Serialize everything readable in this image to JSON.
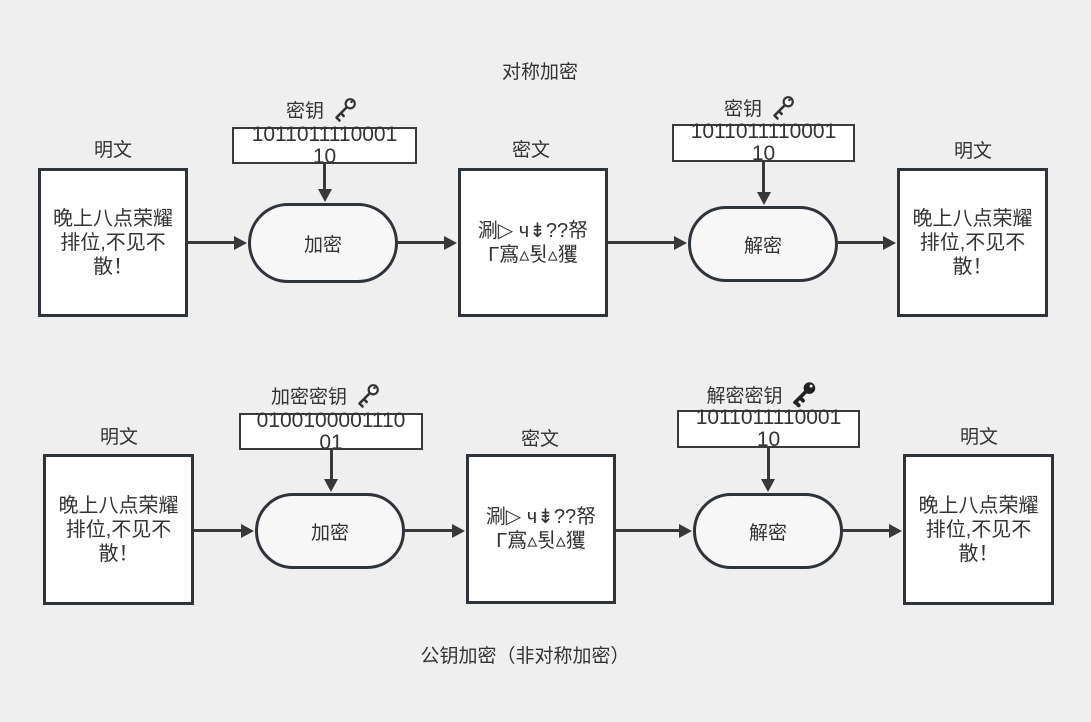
{
  "colors": {
    "background": "#efefef",
    "box_fill": "#ffffff",
    "stadium_fill": "#f7f7f7",
    "border": "#2f343a",
    "arrow": "#383838",
    "text": "#333333"
  },
  "symmetric": {
    "title": "对称加密"
  },
  "asymmetric": {
    "title": "公钥加密（非对称加密）"
  },
  "labels": {
    "plaintext": "明文",
    "ciphertext": "密文",
    "encrypt": "加密",
    "decrypt": "解密",
    "key": "密钥",
    "encrypt_key": "加密密钥",
    "decrypt_key": "解密密钥"
  },
  "plaintext_lines": [
    "晚上八点荣耀",
    "排位,不见不",
    "散！"
  ],
  "ciphertext_lines": [
    "涮▷ ч⇟??帑",
    "Γ寪▵툇▵玃"
  ],
  "keys": {
    "symmetric_value": [
      "1011011110001",
      "10"
    ],
    "encrypt_value": [
      "0100100001110",
      "01"
    ],
    "decrypt_value": [
      "1011011110001",
      "10"
    ]
  },
  "icons": {
    "outline_key": "key-outline-icon",
    "solid_key": "key-solid-icon"
  }
}
